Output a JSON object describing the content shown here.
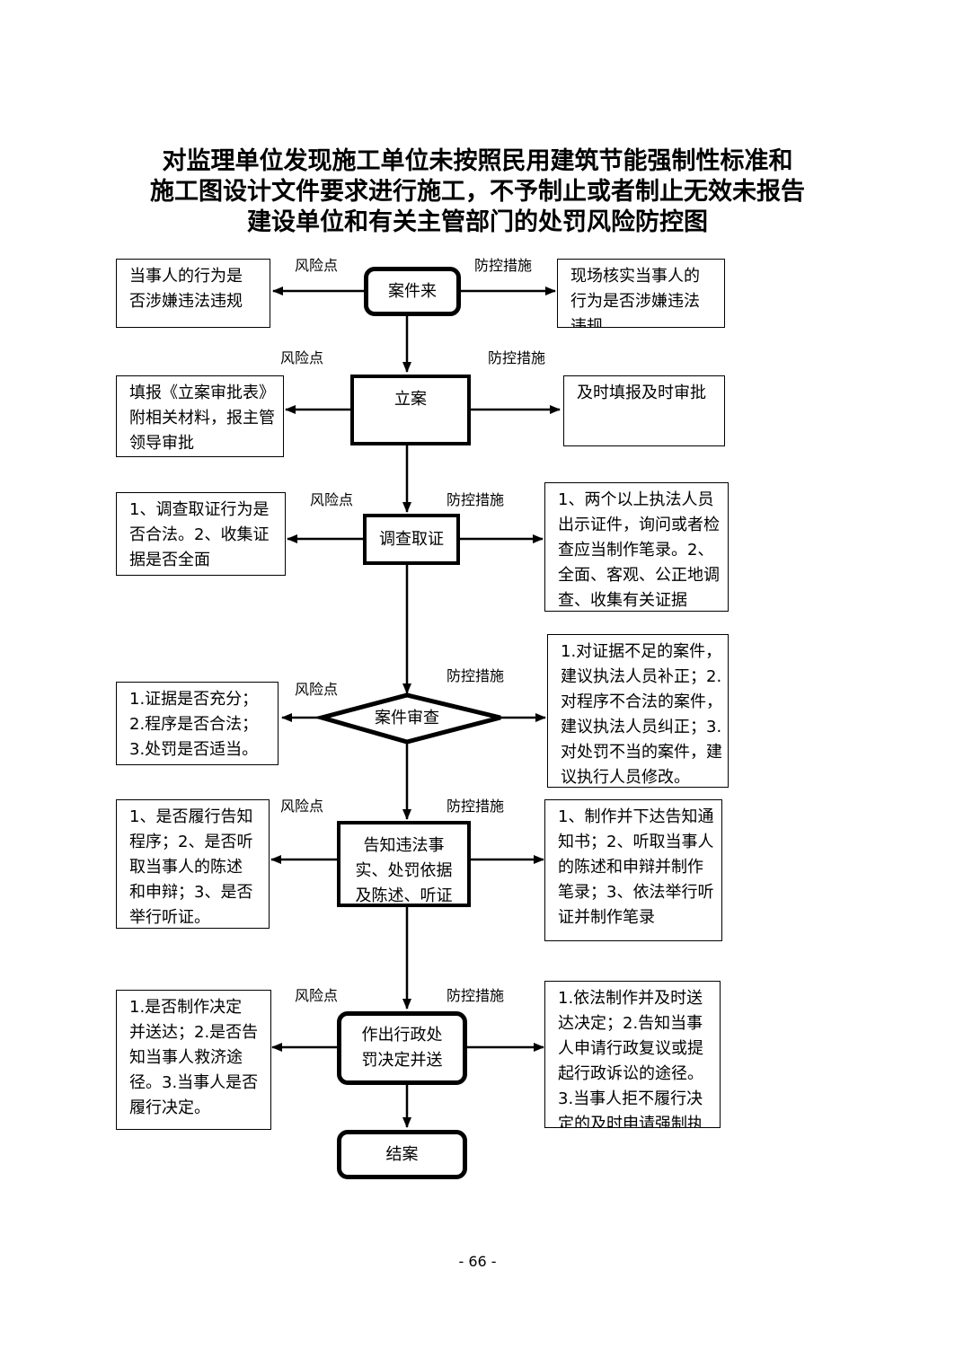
{
  "title": {
    "line1": "对监理单位发现施工单位未按照民用建筑节能强制性标准和",
    "line2": "施工图设计文件要求进行施工，不予制止或者制止无效未报告",
    "line3": "建设单位和有关主管部门的处罚风险防控图"
  },
  "labels": {
    "risk": "风险点",
    "control": "防控措施"
  },
  "steps": [
    {
      "node": [
        "案件来"
      ],
      "risk": [
        "当事人的行为是",
        "否涉嫌违法违规"
      ],
      "control": [
        "现场核实当事人的",
        "行为是否涉嫌违法",
        "违规"
      ]
    },
    {
      "node": [
        "立案"
      ],
      "risk": [
        "填报《立案审批表》",
        "附相关材料，报主管",
        "领导审批"
      ],
      "control": [
        "及时填报及时审批"
      ]
    },
    {
      "node": [
        "调查取证"
      ],
      "risk": [
        "1、调查取证行为是",
        "否合法。2、收集证",
        "据是否全面"
      ],
      "control": [
        "1、两个以上执法人员",
        "出示证件，询问或者检",
        "查应当制作笔录。2、",
        "全面、客观、公正地调",
        "查、收集有关证据"
      ]
    },
    {
      "node": [
        "案件审查"
      ],
      "risk": [
        "1.证据是否充分；",
        "2.程序是否合法；",
        "3.处罚是否适当。"
      ],
      "control": [
        "1.对证据不足的案件，",
        "建议执法人员补正；2.",
        "对程序不合法的案件，",
        "建议执法人员纠正；3.",
        "对处罚不当的案件，建",
        "议执行人员修改。"
      ]
    },
    {
      "node": [
        "告知违法事",
        "实、处罚依据",
        "及陈述、听证"
      ],
      "risk": [
        "1、是否履行告知",
        "程序；2、是否听",
        "取当事人的陈述",
        "和申辩；3、是否",
        "举行听证。"
      ],
      "control": [
        "1、制作并下达告知通",
        "知书；2、听取当事人",
        "的陈述和申辩并制作",
        "笔录；3、依法举行听",
        "证并制作笔录"
      ]
    },
    {
      "node": [
        "作出行政处",
        "罚决定并送"
      ],
      "risk": [
        "1.是否制作决定",
        "并送达；2.是否告",
        "知当事人救济途",
        "径。3.当事人是否",
        "履行决定。"
      ],
      "control": [
        "1.依法制作并及时送",
        "达决定；2.告知当事",
        "人申请行政复议或提",
        "起行政诉讼的途径。",
        "3.当事人拒不履行决",
        "定的及时申请强制执"
      ]
    },
    {
      "node": [
        "结案"
      ]
    }
  ],
  "page_number": "- 66 -"
}
